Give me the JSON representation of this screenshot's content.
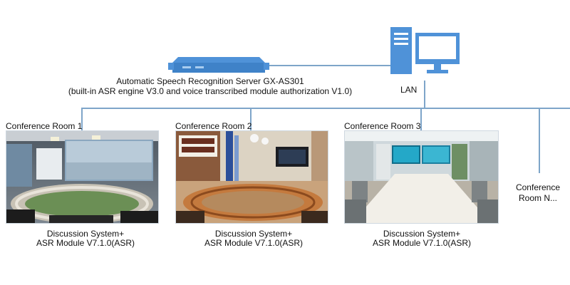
{
  "server": {
    "name_line": "Automatic Speech Recognition Server GX-AS301",
    "detail_line": "(built-in ASR engine V3.0 and voice transcribed module authorization V1.0)",
    "icon": "rack-server-icon"
  },
  "pc": {
    "icon": "desktop-computer-icon"
  },
  "network": {
    "label": "LAN",
    "line_color": "#7ea5c9"
  },
  "rooms": [
    {
      "label": "Conference Room 1",
      "caption_line1": "Discussion System+",
      "caption_line2": "ASR Module V7.1.0(ASR)"
    },
    {
      "label": "Conference Room 2",
      "caption_line1": "Discussion System+",
      "caption_line2": "ASR Module V7.1.0(ASR)"
    },
    {
      "label": "Conference Room 3",
      "caption_line1": "Discussion System+",
      "caption_line2": "ASR Module V7.1.0(ASR)"
    }
  ],
  "room_n": {
    "line1": "Conference",
    "line2": "Room N..."
  },
  "colors": {
    "device_blue": "#4f92d8"
  }
}
